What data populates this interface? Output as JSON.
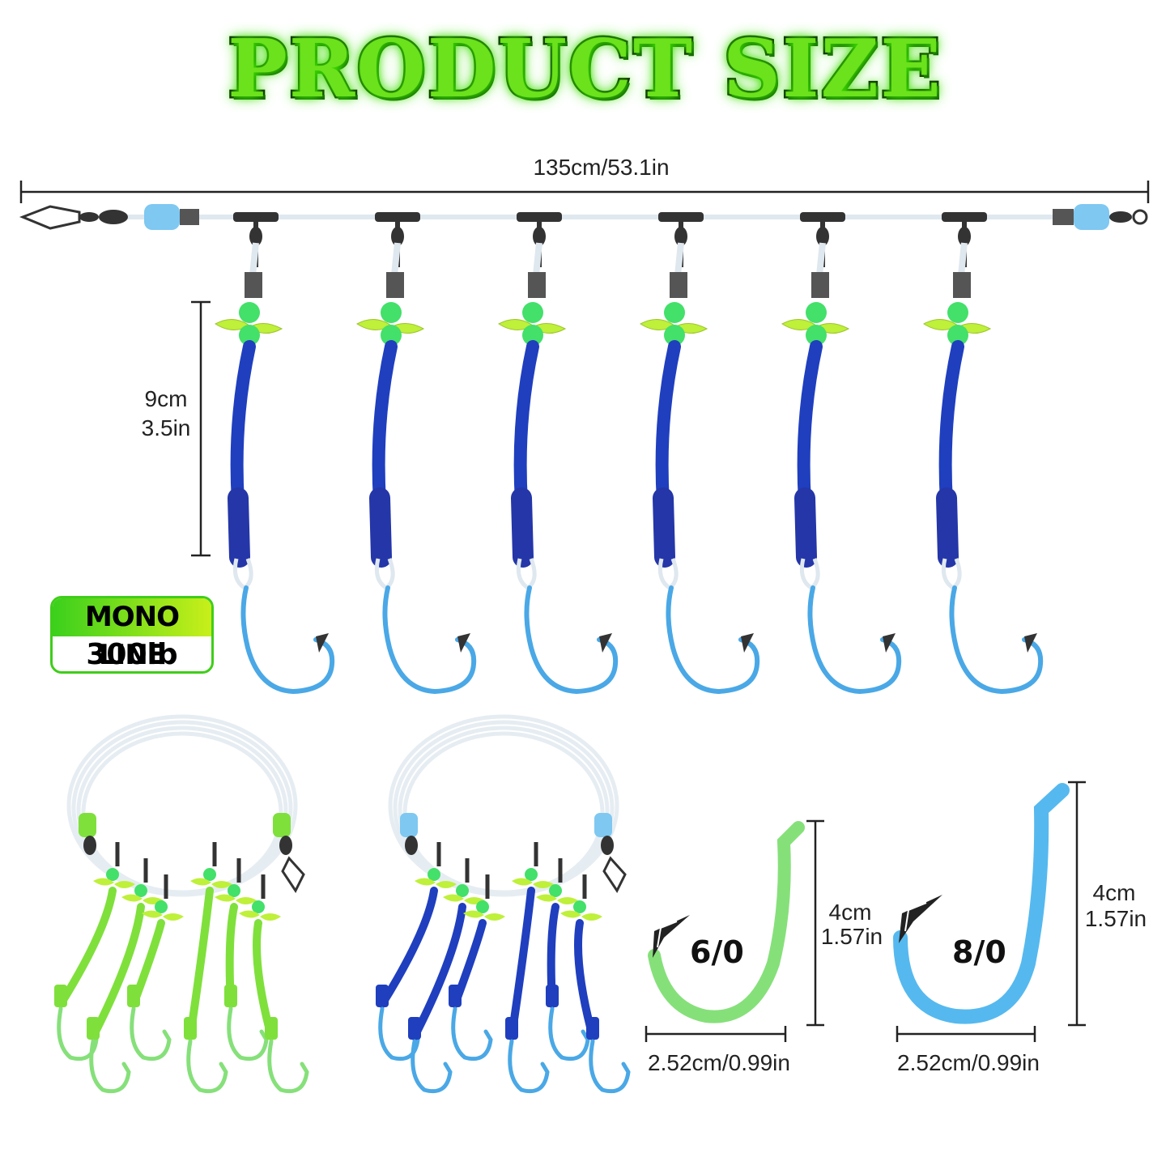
{
  "title": "PRODUCT SIZE",
  "dimensions": {
    "total_length": "135cm/53.1in",
    "leader_length_cm": "9cm",
    "leader_length_in": "3.5in",
    "hook_6_height_cm": "4cm",
    "hook_6_height_in": "1.57in",
    "hook_6_width": "2.52cm/0.99in",
    "hook_8_height_cm": "4cm",
    "hook_8_height_in": "1.57in",
    "hook_8_width": "2.52cm/0.99in"
  },
  "badge": {
    "line_type": "MONO LINE",
    "strength": "300lb"
  },
  "hooks": {
    "small_size": "6/0",
    "large_size": "8/0"
  },
  "colors": {
    "title_fill": "#6be21c",
    "tube_blue": "#1f3fbf",
    "hook_blue": "#4aa8e6",
    "tube_green": "#7fe03c",
    "hook_green": "#86e07a",
    "bead_green": "#43e06a",
    "propeller": "#bff03a"
  }
}
